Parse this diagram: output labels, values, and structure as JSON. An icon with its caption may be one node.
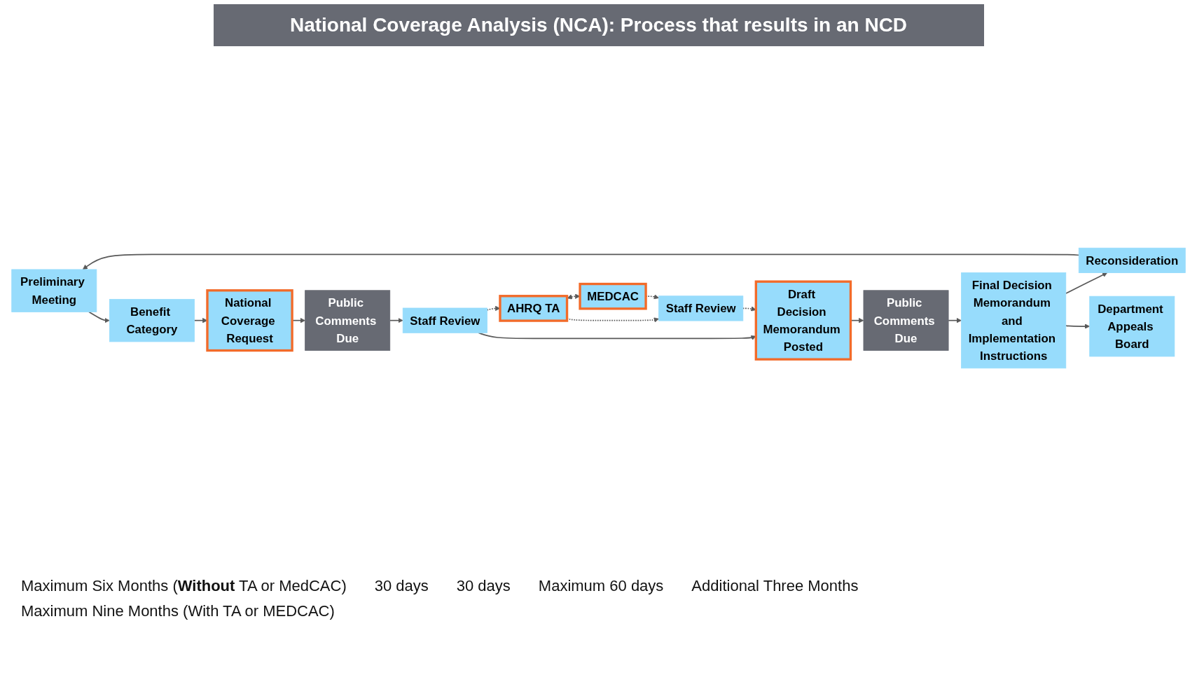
{
  "diagram": {
    "title": "National Coverage Analysis (NCA): Process that results in an NCD",
    "nodes": [
      {
        "text": [
          "Preliminary Meeting"
        ]
      },
      {
        "text": [
          "Benefit Category"
        ]
      },
      {
        "text": [
          "National Coverage Request"
        ]
      },
      {
        "text": [
          "Public Comments Due"
        ]
      },
      {
        "text": [
          "Staff Review"
        ]
      },
      {
        "text": [
          "Draft Decision Memorandum Posted"
        ]
      },
      {
        "text": [
          "Public Comments Due"
        ]
      },
      {
        "text": [
          "Final Decision Memorandum and Implementation Instructions"
        ]
      },
      {
        "text": [
          "Reconsideration"
        ]
      },
      {
        "text": [
          "Department Appeals Board"
        ]
      },
      {
        "text": [
          "AHRQ TA"
        ]
      },
      {
        "text": [
          "MEDCAC"
        ]
      },
      {
        "text": [
          "Staff Review"
        ]
      }
    ],
    "edges": [
      {
        "from": 8,
        "to": 0,
        "arrow": "to"
      },
      {
        "from": 0,
        "to": 1,
        "arrow": "to"
      },
      {
        "from": 1,
        "to": 2,
        "arrow": "to"
      },
      {
        "from": 2,
        "to": 3,
        "arrow": "to"
      },
      {
        "from": 3,
        "to": 4,
        "arrow": "to"
      },
      {
        "from": 4,
        "to": 5,
        "arrow": "to"
      },
      {
        "from": 5,
        "to": 6,
        "arrow": "to"
      },
      {
        "from": 6,
        "to": 7,
        "arrow": "to"
      },
      {
        "from": 7,
        "to": 8,
        "arrow": "to"
      },
      {
        "from": 7,
        "to": 9,
        "arrow": "to"
      },
      {
        "from": 4,
        "to": 10,
        "arrow": "to",
        "style": "dashed"
      },
      {
        "from": 10,
        "to": 11,
        "arrow": "both",
        "style": "dashed"
      },
      {
        "from": 10,
        "to": 12,
        "arrow": "to",
        "style": "dashed"
      },
      {
        "from": 11,
        "to": 12,
        "arrow": "to",
        "style": "dashed"
      },
      {
        "from": 12,
        "to": 5,
        "arrow": "to",
        "style": "dashed"
      }
    ],
    "labels": [
      "Maximum Six Months (**Without** TA or MedCAC)",
      "30 days",
      "30 days",
      "Maximum 60 days",
      "Additional Three Months",
      "Maximum Nine Months (With TA or MEDCAC)"
    ]
  }
}
